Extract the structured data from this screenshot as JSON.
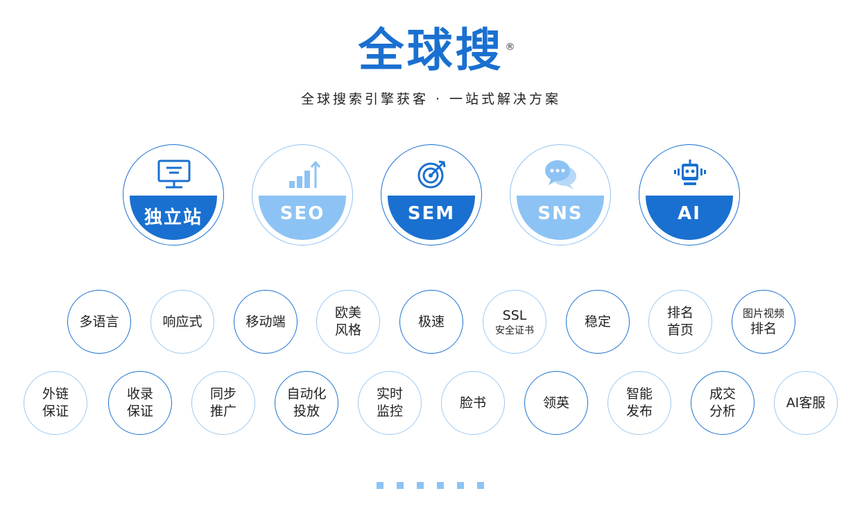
{
  "brand": {
    "title": "全球搜",
    "reg": "®"
  },
  "tagline": "全球搜索引擎获客 · 一站式解决方案",
  "products": [
    {
      "label": "独立站",
      "icon": "monitor-icon",
      "style": "dark"
    },
    {
      "label": "SEO",
      "icon": "bar-chart-icon",
      "style": "light"
    },
    {
      "label": "SEM",
      "icon": "target-icon",
      "style": "dark"
    },
    {
      "label": "SNS",
      "icon": "chat-bubbles-icon",
      "style": "light"
    },
    {
      "label": "AI",
      "icon": "robot-icon",
      "style": "dark"
    }
  ],
  "features_row1": [
    {
      "line1": "多语言",
      "line2": ""
    },
    {
      "line1": "响应式",
      "line2": ""
    },
    {
      "line1": "移动端",
      "line2": ""
    },
    {
      "line1": "欧美",
      "line2": "风格"
    },
    {
      "line1": "极速",
      "line2": ""
    },
    {
      "line1": "SSL",
      "line2": "安全证书"
    },
    {
      "line1": "稳定",
      "line2": ""
    },
    {
      "line1": "排名",
      "line2": "首页"
    },
    {
      "line1": "图片视频",
      "line2": "排名"
    }
  ],
  "features_row2": [
    {
      "line1": "外链",
      "line2": "保证"
    },
    {
      "line1": "收录",
      "line2": "保证"
    },
    {
      "line1": "同步",
      "line2": "推广"
    },
    {
      "line1": "自动化",
      "line2": "投放"
    },
    {
      "line1": "实时",
      "line2": "监控"
    },
    {
      "line1": "脸书",
      "line2": ""
    },
    {
      "line1": "领英",
      "line2": ""
    },
    {
      "line1": "智能",
      "line2": "发布"
    },
    {
      "line1": "成交",
      "line2": "分析"
    },
    {
      "line1": "AI客服",
      "line2": ""
    }
  ],
  "colors": {
    "primary": "#1a70d0",
    "light": "#8cc3f4"
  }
}
